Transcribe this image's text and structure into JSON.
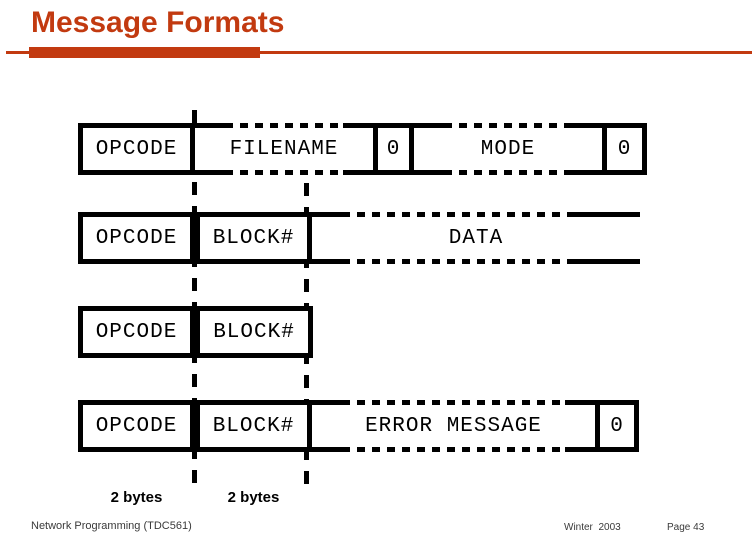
{
  "slide": {
    "title": "Message Formats"
  },
  "colors": {
    "accent": "#C23A10",
    "box_border": "#000000",
    "footer_text": "#3A3A3A"
  },
  "diagram": {
    "rows": [
      {
        "name": "read-write-request",
        "cells": [
          {
            "label": "OPCODE",
            "type": "fixed"
          },
          {
            "label": "FILENAME",
            "type": "variable"
          },
          {
            "label": "0",
            "type": "fixed"
          },
          {
            "label": "MODE",
            "type": "variable"
          },
          {
            "label": "0",
            "type": "fixed"
          }
        ]
      },
      {
        "name": "data-packet",
        "cells": [
          {
            "label": "OPCODE",
            "type": "fixed"
          },
          {
            "label": "BLOCK#",
            "type": "fixed"
          },
          {
            "label": "DATA",
            "type": "variable"
          }
        ]
      },
      {
        "name": "ack-packet",
        "cells": [
          {
            "label": "OPCODE",
            "type": "fixed"
          },
          {
            "label": "BLOCK#",
            "type": "fixed"
          }
        ]
      },
      {
        "name": "error-packet",
        "cells": [
          {
            "label": "OPCODE",
            "type": "fixed"
          },
          {
            "label": "BLOCK#",
            "type": "fixed"
          },
          {
            "label": "ERROR MESSAGE",
            "type": "variable"
          },
          {
            "label": "0",
            "type": "fixed"
          }
        ]
      }
    ],
    "byte_labels": [
      "2 bytes",
      "2 bytes"
    ]
  },
  "footer": {
    "course": "Network Programming (TDC561)",
    "term": "Winter  2003",
    "page": "Page 43"
  }
}
